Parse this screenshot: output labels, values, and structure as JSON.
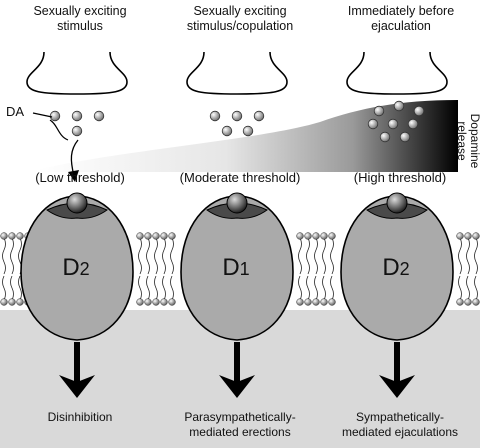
{
  "stages": [
    {
      "title_line1": "Sexually exciting",
      "title_line2": "stimulus",
      "threshold": "(Low threshold)",
      "receptor_letter": "D",
      "receptor_number": "2",
      "outcome_line1": "Disinhibition",
      "outcome_line2": ""
    },
    {
      "title_line1": "Sexually exciting",
      "title_line2": "stimulus/copulation",
      "threshold": "(Moderate threshold)",
      "receptor_letter": "D",
      "receptor_number": "1",
      "outcome_line1": "Parasympathetically-",
      "outcome_line2": "mediated erections"
    },
    {
      "title_line1": "Immediately before",
      "title_line2": "ejaculation",
      "threshold": "(High threshold)",
      "receptor_letter": "D",
      "receptor_number": "2",
      "outcome_line1": "Sympathetically-",
      "outcome_line2": "mediated ejaculations"
    }
  ],
  "da_label": "DA",
  "release_label_line1": "Dopamine",
  "release_label_line2": "release",
  "colors": {
    "membrane_fill": "#d9d9d9",
    "receptor_fill": "#aaaaaa",
    "terminal_fill": "#ffffff",
    "gradient_dark": "#000000",
    "line": "#000000"
  }
}
